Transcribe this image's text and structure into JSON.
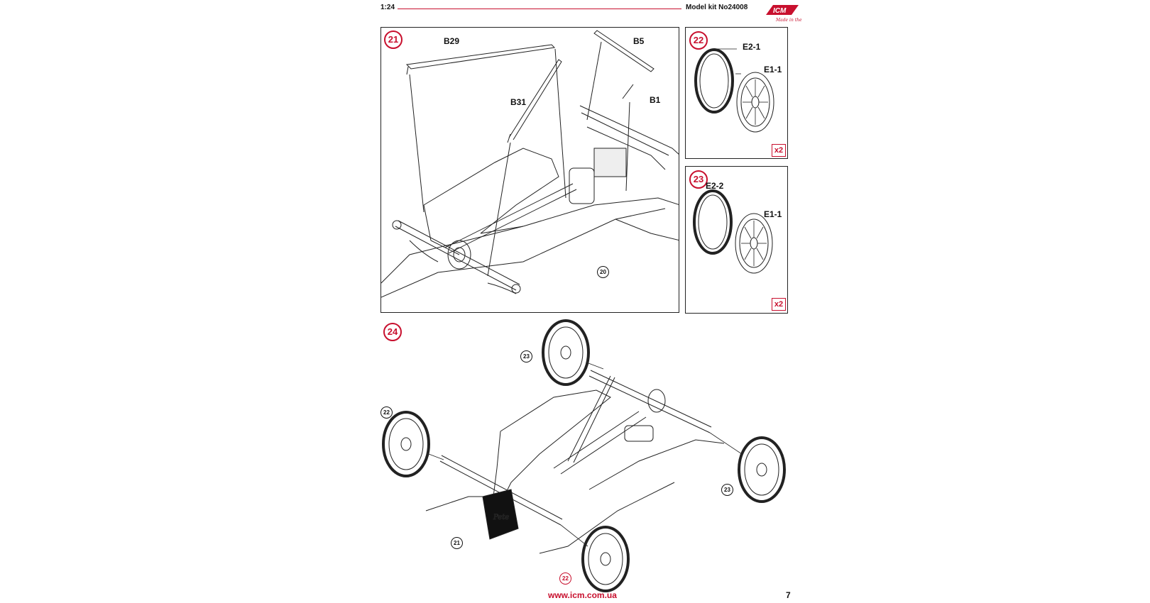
{
  "header": {
    "scale": "1:24",
    "model_kit": "Model kit No24008",
    "brand_logo": "ICM",
    "brand_tagline": "Made in the best"
  },
  "colors": {
    "accent": "#c8102e",
    "line": "#222222"
  },
  "steps": [
    {
      "number": "21",
      "parts": [
        "B29",
        "B5",
        "B31",
        "B1"
      ],
      "assembly_ref": "20"
    },
    {
      "number": "22",
      "parts": [
        "E2-1",
        "E1-1"
      ],
      "quantity": "x2"
    },
    {
      "number": "23",
      "parts": [
        "E2-2",
        "E1-1"
      ],
      "quantity": "x2"
    },
    {
      "number": "24",
      "wheel_refs": [
        "23",
        "22",
        "23",
        "22"
      ],
      "frame_ref": "21"
    }
  ],
  "footer": {
    "url": "www.icm.com.ua",
    "page": "7"
  }
}
